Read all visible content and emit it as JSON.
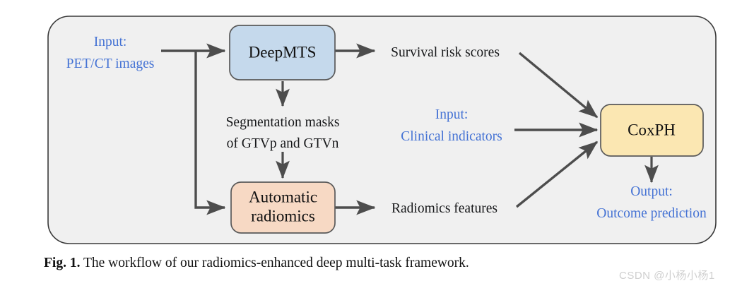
{
  "figure": {
    "caption_prefix": "Fig. 1.",
    "caption_body": " The workflow of our radiomics-enhanced deep multi-task framework.",
    "watermark": "CSDN @小杨小杨1",
    "panel_fill": "#f0f0f0",
    "panel_stroke": "#3a3a3a",
    "arrow_color": "#4d4d4d",
    "input_text_color": "#4472d4",
    "plain_text_color": "#17181a"
  },
  "nodes": {
    "deepmts": {
      "label": "DeepMTS",
      "fill": "#c5d9ec",
      "stroke": "#5a5a5a"
    },
    "radiomics": {
      "label_line1": "Automatic",
      "label_line2": "radiomics",
      "fill": "#f7d9c4",
      "stroke": "#5a5a5a"
    },
    "coxph": {
      "label": "CoxPH",
      "fill": "#fbe7b2",
      "stroke": "#5a5a5a"
    }
  },
  "labels": {
    "input_images_line1": "Input:",
    "input_images_line2": "PET/CT images",
    "segmentation_line1": "Segmentation masks",
    "segmentation_line2": "of  GTVp and GTVn",
    "survival_scores": "Survival risk scores",
    "clinical_line1": "Input:",
    "clinical_line2": "Clinical indicators",
    "radiomics_features": "Radiomics features",
    "output_line1": "Output:",
    "output_line2": "Outcome prediction"
  }
}
